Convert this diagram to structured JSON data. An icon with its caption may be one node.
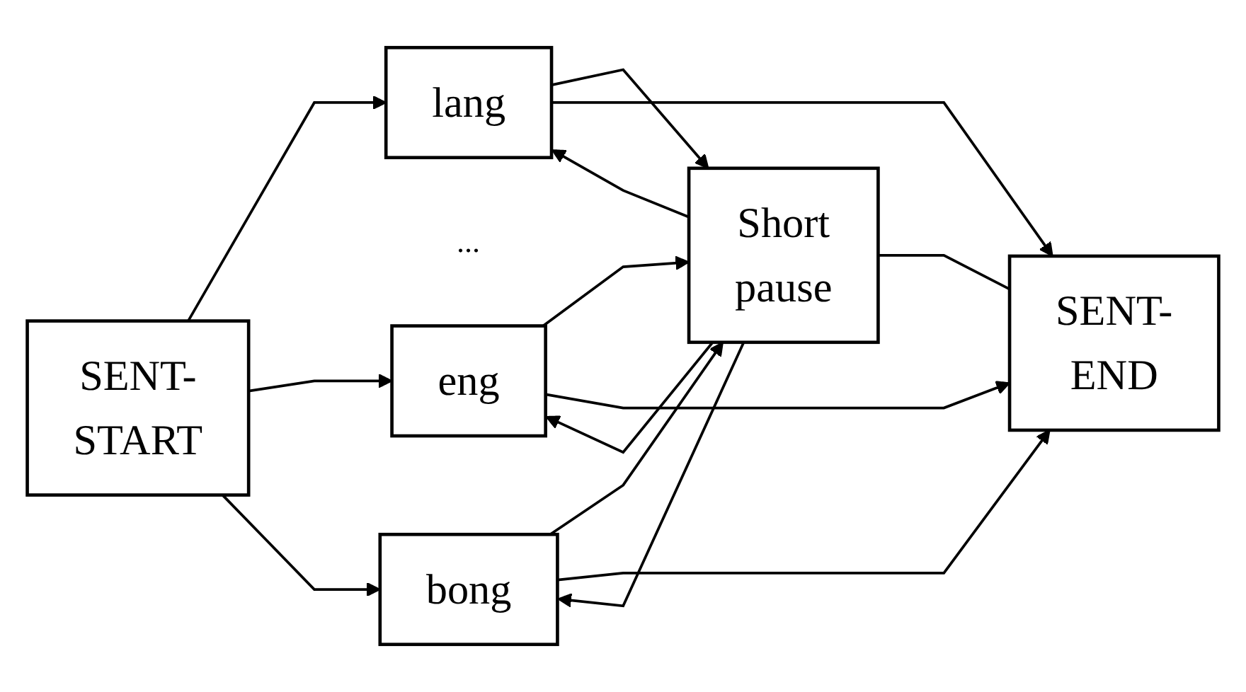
{
  "diagram": {
    "nodes": [
      {
        "text": [
          "SENT- START"
        ]
      },
      {
        "text": [
          "lang"
        ]
      },
      {
        "text": [
          "eng"
        ]
      },
      {
        "text": [
          "bong"
        ]
      },
      {
        "text": [
          "Short pause"
        ]
      },
      {
        "text": [
          "SENT- END"
        ]
      }
    ],
    "edges": [
      {
        "from": 0,
        "to": 1,
        "arrow": "to"
      },
      {
        "from": 0,
        "to": 2,
        "arrow": "to"
      },
      {
        "from": 0,
        "to": 3,
        "arrow": "to"
      },
      {
        "from": 1,
        "to": 4,
        "arrow": "to"
      },
      {
        "from": 2,
        "to": 4,
        "arrow": "to"
      },
      {
        "from": 3,
        "to": 4,
        "arrow": "to"
      },
      {
        "from": 1,
        "to": 5,
        "arrow": "to"
      },
      {
        "from": 2,
        "to": 5,
        "arrow": "to"
      },
      {
        "from": 3,
        "to": 5,
        "arrow": "to"
      },
      {
        "from": 4,
        "to": 5,
        "arrow": "none"
      },
      {
        "from": 4,
        "to": 1,
        "arrow": "to"
      },
      {
        "from": 4,
        "to": 2,
        "arrow": "to"
      },
      {
        "from": 4,
        "to": 3,
        "arrow": "to"
      }
    ],
    "labels": [
      "..."
    ]
  }
}
